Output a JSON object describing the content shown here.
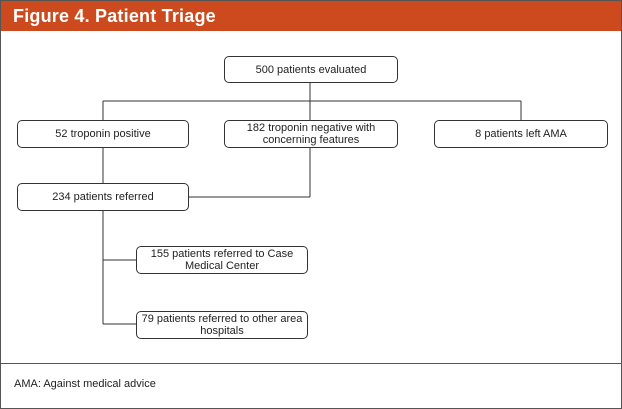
{
  "header": {
    "title": "Figure 4. Patient Triage"
  },
  "colors": {
    "header_background": "#cc4a1d",
    "header_text": "#ffffff",
    "box_border": "#333333",
    "connector": "#333333"
  },
  "diagram": {
    "nodes": {
      "evaluated": "500 patients evaluated",
      "troponin_positive": "52 troponin positive",
      "troponin_negative": "182 troponin negative with concerning features",
      "left_ama": "8 patients left AMA",
      "referred": "234 patients referred",
      "case_medical": "155 patients referred to Case Medical Center",
      "other_hospitals": "79 patients referred to other area hospitals"
    }
  },
  "footnote": {
    "text": "AMA: Against medical advice"
  }
}
